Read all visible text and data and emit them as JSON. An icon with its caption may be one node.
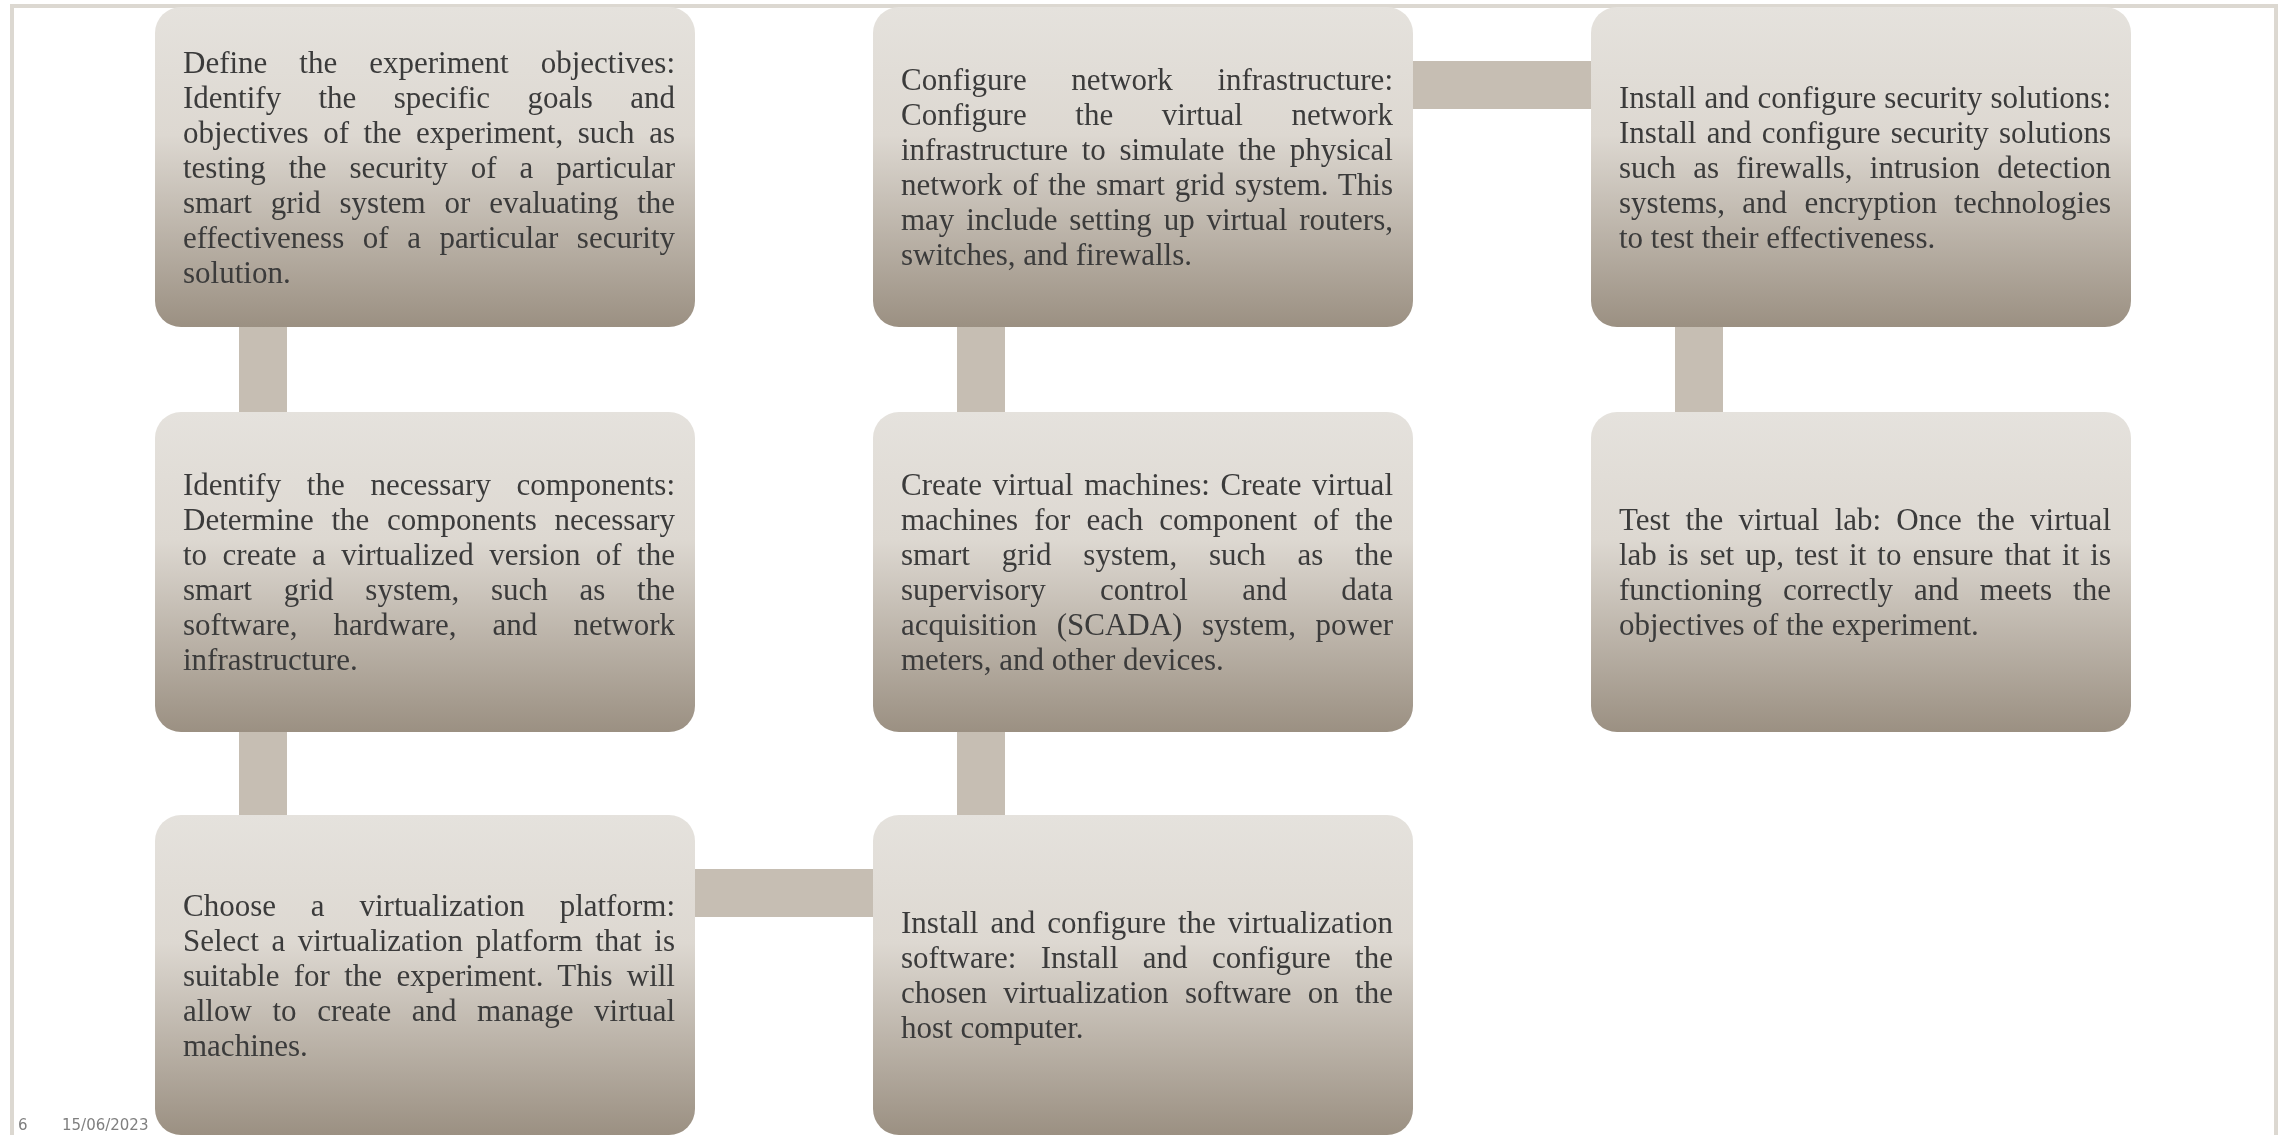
{
  "diagram": {
    "nodes": [
      {
        "text": [
          "Define the experiment objectives: Identify the specific goals and objectives of the experiment, such as testing the security of a particular smart grid system or evaluating the effectiveness of a particular security solution."
        ]
      },
      {
        "text": [
          "Identify the necessary components: Determine the components necessary to create a virtualized version of the smart grid system, such as the software, hardware, and network infrastructure."
        ]
      },
      {
        "text": [
          "Choose a virtualization platform: Select a virtualization platform that is suitable for the experiment. This will allow to create and manage virtual machines."
        ]
      },
      {
        "text": [
          "Install and configure the virtualization software: Install and configure the chosen virtualization software on the host computer."
        ]
      },
      {
        "text": [
          "Create virtual machines: Create virtual machines for each component of the smart grid system, such as the supervisory control and data acquisition (SCADA) system, power meters, and other devices."
        ]
      },
      {
        "text": [
          "Configure network infrastructure: Configure the virtual network infrastructure to simulate the physical network of the smart grid system. This may include setting up virtual routers, switches, and firewalls."
        ]
      },
      {
        "text": [
          "Install and configure security solutions: Install and configure security solutions such as firewalls, intrusion detection systems, and encryption technologies to test their effectiveness."
        ]
      },
      {
        "text": [
          "Test the virtual lab: Once the virtual lab is set up, test it to ensure that it is functioning correctly and meets the objectives of the experiment."
        ]
      }
    ],
    "edges": [
      {
        "from": 0,
        "to": 1,
        "arrow": "none"
      },
      {
        "from": 1,
        "to": 2,
        "arrow": "none"
      },
      {
        "from": 2,
        "to": 3,
        "arrow": "none"
      },
      {
        "from": 3,
        "to": 4,
        "arrow": "none"
      },
      {
        "from": 4,
        "to": 5,
        "arrow": "none"
      },
      {
        "from": 5,
        "to": 6,
        "arrow": "none"
      },
      {
        "from": 6,
        "to": 7,
        "arrow": "none"
      }
    ],
    "labels": [
      "6",
      "15/06/2023"
    ]
  }
}
